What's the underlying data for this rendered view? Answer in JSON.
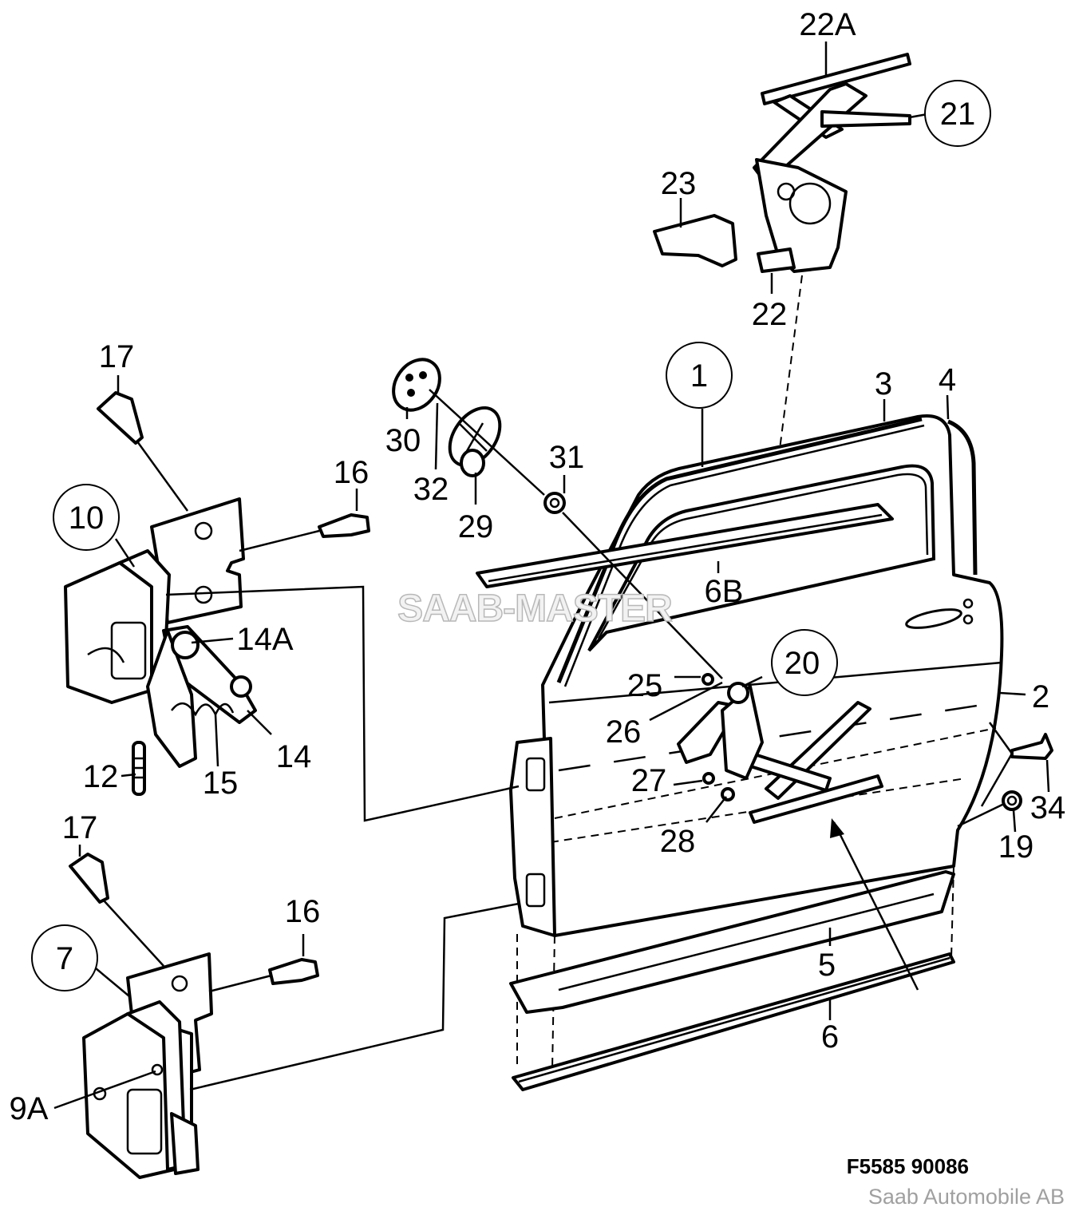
{
  "diagram": {
    "watermark": "SAAB-MASTER",
    "code": "F5585 90086",
    "copyright": "Saab Automobile AB",
    "callouts": {
      "c1": "1",
      "c2": "2",
      "c3": "3",
      "c4": "4",
      "c5": "5",
      "c6": "6",
      "c6b": "6B",
      "c7": "7",
      "c9a": "9A",
      "c10": "10",
      "c12": "12",
      "c14": "14",
      "c14a": "14A",
      "c15": "15",
      "c16a": "16",
      "c16b": "16",
      "c17a": "17",
      "c17b": "17",
      "c19": "19",
      "c20": "20",
      "c21": "21",
      "c22": "22",
      "c22a": "22A",
      "c23": "23",
      "c25": "25",
      "c26": "26",
      "c27": "27",
      "c28": "28",
      "c29": "29",
      "c30": "30",
      "c31": "31",
      "c32": "32",
      "c34": "34"
    }
  }
}
